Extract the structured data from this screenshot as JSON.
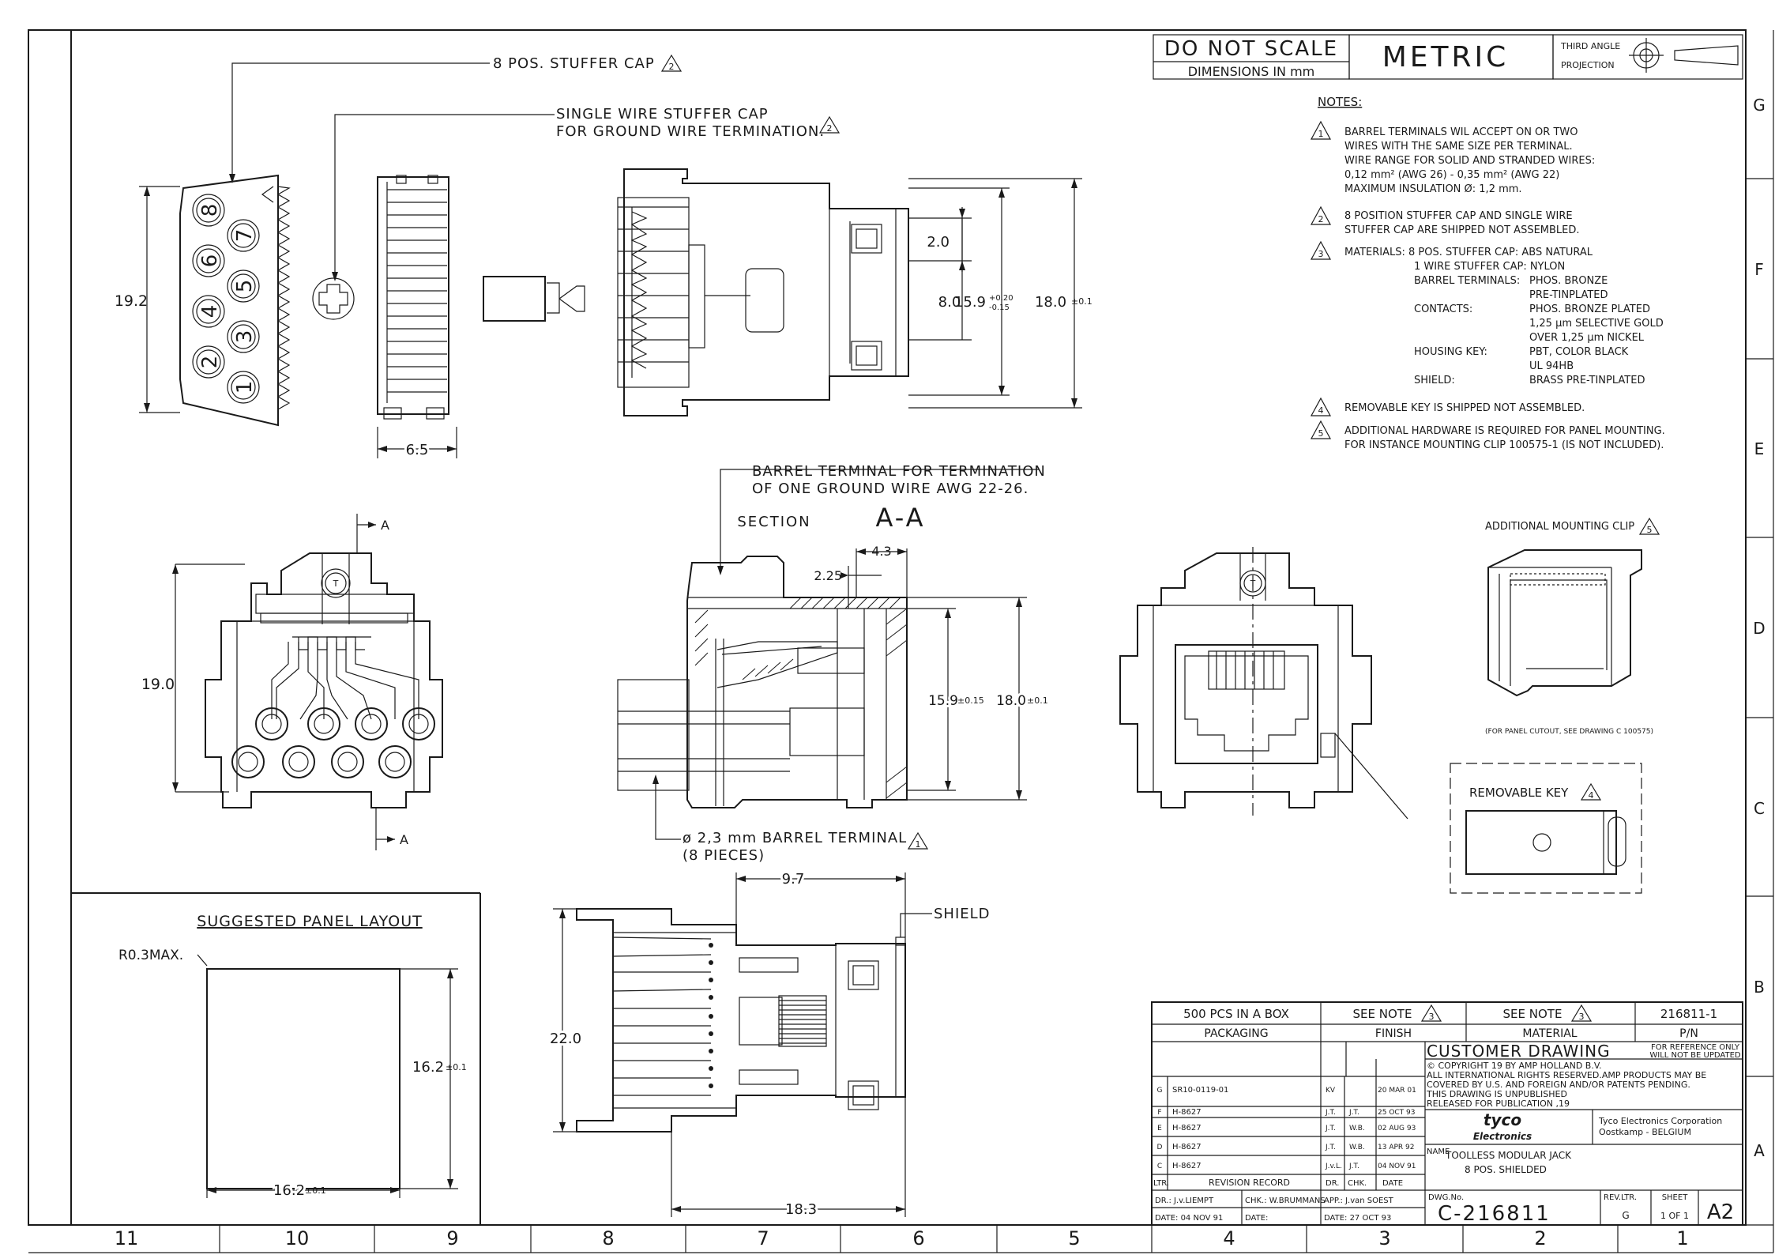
{
  "title_block": {
    "do_not_scale": "DO NOT SCALE",
    "dimensions_in": "DIMENSIONS IN mm",
    "metric": "METRIC",
    "third_angle": "THIRD ANGLE",
    "projection": "PROJECTION"
  },
  "notes": {
    "heading": "NOTES:",
    "n1": [
      "BARREL TERMINALS WIL ACCEPT ON OR TWO",
      "WIRES WITH THE SAME SIZE PER TERMINAL.",
      "WIRE RANGE FOR SOLID AND STRANDED WIRES:",
      "0,12 mm² (AWG 26) - 0,35 mm² (AWG 22)",
      "MAXIMUM INSULATION Ø: 1,2 mm."
    ],
    "n2": [
      "8 POSITION STUFFER CAP AND SINGLE WIRE",
      "STUFFER CAP ARE SHIPPED NOT ASSEMBLED."
    ],
    "n3_materials": "MATERIALS: 8 POS. STUFFER CAP: ABS NATURAL",
    "n3_rows": [
      [
        "",
        "1 WIRE STUFFER CAP: NYLON",
        ""
      ],
      [
        "",
        "BARREL TERMINALS:",
        "PHOS. BRONZE"
      ],
      [
        "",
        "",
        "PRE-TINPLATED"
      ],
      [
        "",
        "CONTACTS:",
        "PHOS. BRONZE PLATED"
      ],
      [
        "",
        "",
        "1,25 µm  SELECTIVE GOLD"
      ],
      [
        "",
        "",
        "OVER 1,25 µm NICKEL"
      ],
      [
        "",
        "HOUSING KEY:",
        "PBT, COLOR BLACK"
      ],
      [
        "",
        "",
        "UL 94HB"
      ],
      [
        "",
        "SHIELD:",
        "BRASS PRE-TINPLATED"
      ]
    ],
    "n4": "REMOVABLE KEY IS SHIPPED NOT ASSEMBLED.",
    "n5": [
      "ADDITIONAL HARDWARE IS REQUIRED FOR PANEL MOUNTING.",
      "FOR INSTANCE MOUNTING CLIP 100575-1 (IS NOT INCLUDED)."
    ]
  },
  "labels": {
    "stuffer_cap_8": "8 POS. STUFFER CAP",
    "single_wire_cap": [
      "SINGLE WIRE STUFFER CAP",
      "FOR GROUND WIRE TERMINATION."
    ],
    "barrel_terminal": [
      "BARREL TERMINAL FOR TERMINATION",
      "OF ONE GROUND WIRE AWG 22-26."
    ],
    "section": "SECTION",
    "section_id": "A-A",
    "barrel_dia": [
      "ø 2,3 mm BARREL TERMINAL",
      "(8 PIECES)"
    ],
    "shield": "SHIELD",
    "mounting_clip": "ADDITIONAL MOUNTING CLIP",
    "panel_cutout": "(FOR PANEL CUTOUT, SEE DRAWING C 100575)",
    "removable_key": "REMOVABLE KEY",
    "panel_layout": "SUGGESTED PANEL LAYOUT",
    "r03max": "R0.3MAX.",
    "section_mark": "A"
  },
  "dims": {
    "d192": "19.2",
    "d65": "6.5",
    "d20": "2.0",
    "d80": "8.0",
    "d159": "15.9",
    "d159_tol_up": "+0.20",
    "d159_tol_dn": "-0.15",
    "d180": "18.0",
    "d180_tol": "±0.1",
    "d190": "19.0",
    "d43": "4.3",
    "d225": "2.25",
    "d159b": "15.9",
    "d159b_tol": "±0.15",
    "d97": "9.7",
    "d220": "22.0",
    "d183": "18.3",
    "d162": "16.2",
    "d162_tol": "±0.1"
  },
  "pin_numbers": [
    "8",
    "7",
    "6",
    "5",
    "4",
    "3",
    "2",
    "1"
  ],
  "revision_block": {
    "qty": "500 PCS IN A BOX",
    "packaging": "PACKAGING",
    "see_note": "SEE NOTE",
    "finish": "FINISH",
    "material": "MATERIAL",
    "part_no": "216811-1",
    "pn": "P/N",
    "customer_drawing": "CUSTOMER DRAWING",
    "for_ref": [
      "FOR REFERENCE ONLY",
      "WILL NOT BE UPDATED"
    ],
    "copyright": [
      "© COPYRIGHT 19        BY AMP HOLLAND B.V.",
      "ALL INTERNATIONAL RIGHTS RESERVED.AMP PRODUCTS MAY BE",
      "COVERED BY U.S. AND FOREIGN  AND/OR PATENTS PENDING.",
      "THIS DRAWING IS UNPUBLISHED",
      "RELEASED FOR PUBLICATION       ,19"
    ],
    "logo_1": "tyco",
    "logo_2": "Electronics",
    "company": [
      "Tyco Electronics Corporation",
      "Oostkamp - BELGIUM"
    ],
    "name_label": "NAME",
    "name": [
      "TOOLLESS MODULAR JACK",
      "8 POS. SHIELDED"
    ],
    "revisions": [
      [
        "G",
        "SR10-0119-01",
        "KV",
        "",
        "20 MAR 01"
      ],
      [
        "F",
        "H-8627",
        "J.T.",
        "J.T.",
        "25 OCT 93"
      ],
      [
        "E",
        "H-8627",
        "J.T.",
        "W.B.",
        "02 AUG 93"
      ],
      [
        "D",
        "H-8627",
        "J.T.",
        "W.B.",
        "13 APR 92"
      ],
      [
        "C",
        "H-8627",
        "J.v.L.",
        "J.T.",
        "04 NOV 91"
      ]
    ],
    "rev_header": [
      "LTR.",
      "REVISION RECORD",
      "DR.",
      "CHK.",
      "DATE"
    ],
    "dr": "DR.: J.v.LIEMPT",
    "dr_date": "DATE: 04 NOV 91",
    "chk": "CHK.: W.BRUMMANS",
    "chk_date": "DATE:",
    "app": "APP.: J.van SOEST",
    "app_date": "DATE: 27 OCT 93",
    "dwg_no_label": "DWG.No.",
    "dwg_no": "C-216811",
    "rev_ltr_label": "REV.LTR.",
    "rev_ltr": "G",
    "sheet_label": "SHEET",
    "sheet": "1 OF 1",
    "size": "A2"
  },
  "zones_bottom": [
    "11",
    "10",
    "9",
    "8",
    "7",
    "6",
    "5",
    "4",
    "3",
    "2",
    "1"
  ],
  "zones_right": [
    "G",
    "F",
    "E",
    "D",
    "C",
    "B",
    "A"
  ]
}
